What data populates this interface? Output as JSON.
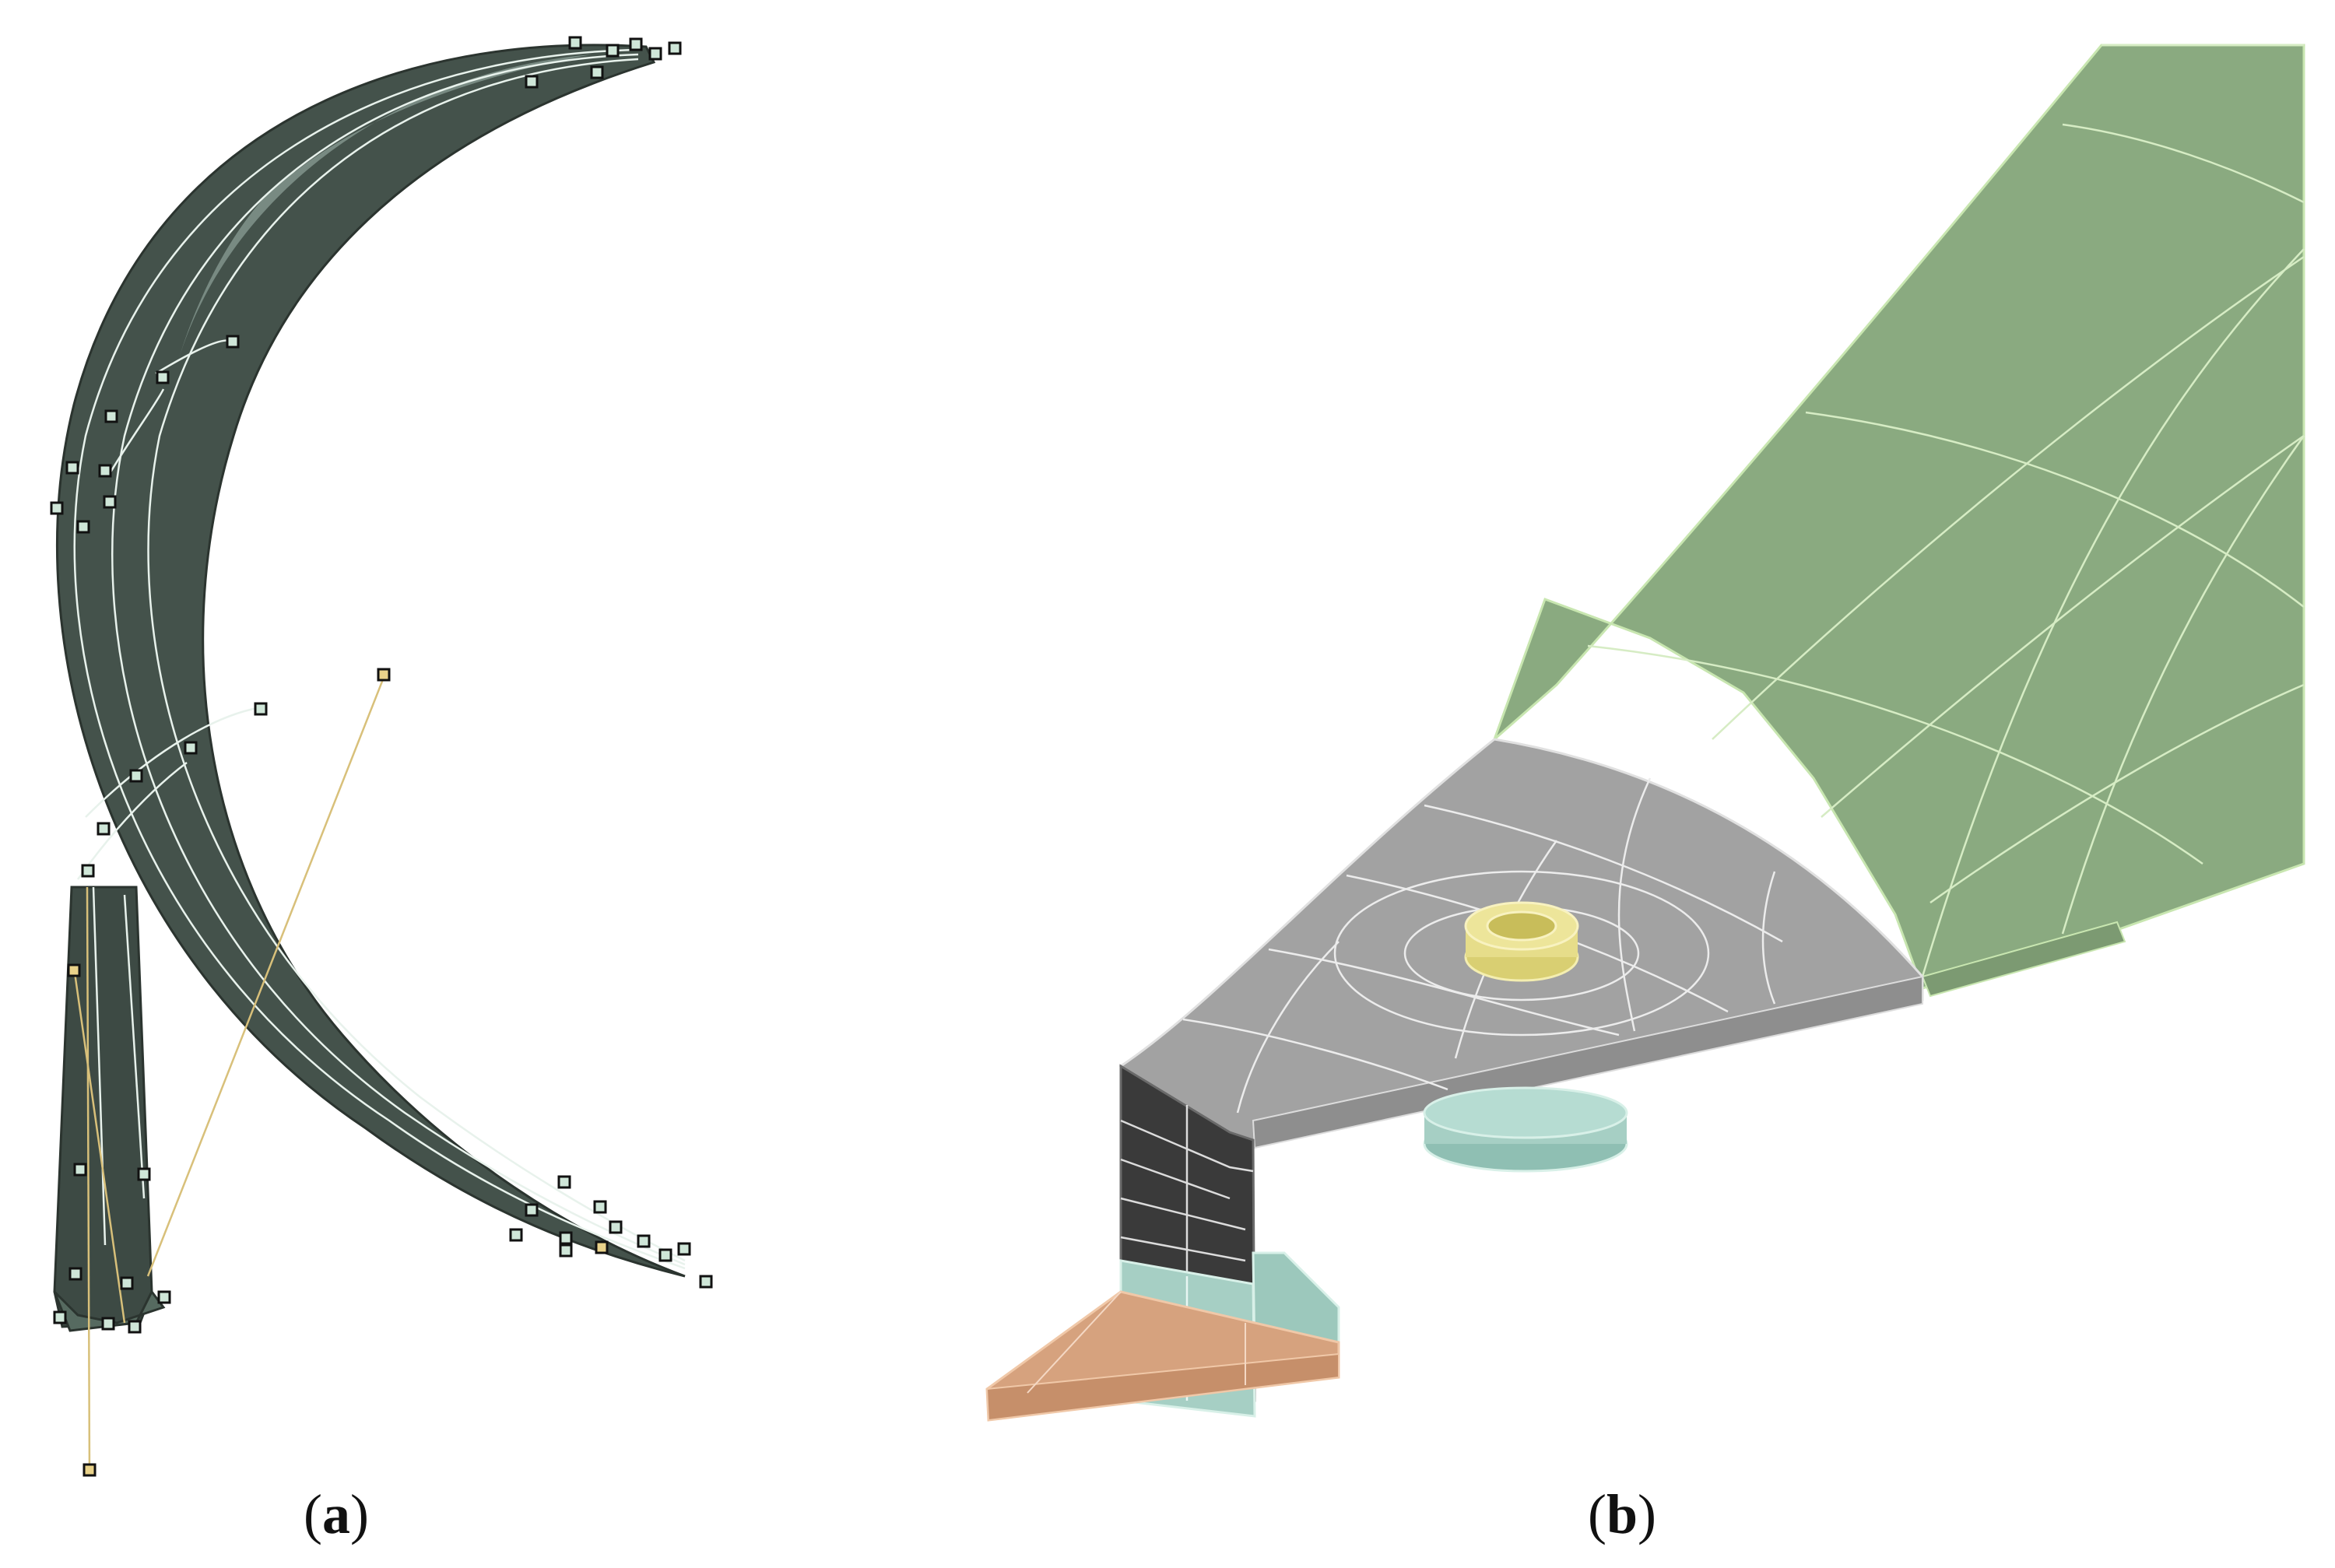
{
  "panels": [
    {
      "id": "a",
      "label": "a"
    },
    {
      "id": "b",
      "label": "b"
    }
  ],
  "colors": {
    "blade_dark": "#3d4a44",
    "blade_mid": "#4a5a52",
    "blade_light": "#8fa39a",
    "mesh_line": "#e8f2ec",
    "control_point": "#cfe6d8",
    "control_point_highlight": "#e9d28a",
    "guide_line": "#d8c07a",
    "green_surface": "#8aaa80",
    "green_edge": "#c8e6b0",
    "gray_surface": "#a0a0a0",
    "gray_side": "#8e8e8e",
    "dark_block": "#3a3a3a",
    "teal_block": "#a6cfc4",
    "orange_foot": "#d6a27e",
    "yellow_ring": "#e6dd8a"
  }
}
